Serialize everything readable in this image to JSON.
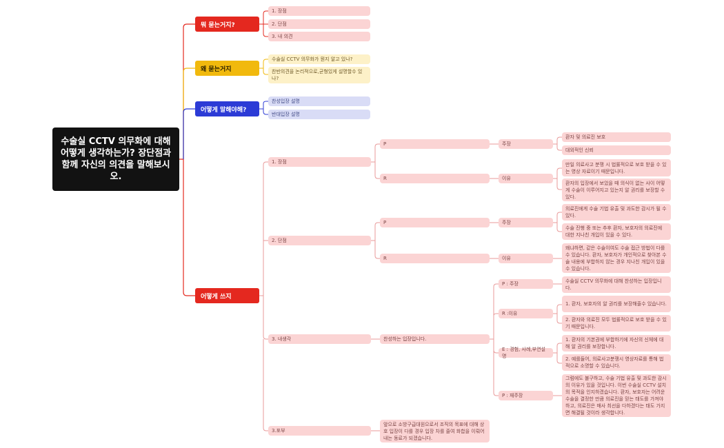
{
  "root": {
    "title": "수술실 CCTV 의무화에 대해 어떻게 생각하는가? 장단점과 함께 자신의 의견을 말해보시오."
  },
  "colors": {
    "red": "#e4281f",
    "gold": "#f1b90d",
    "navy": "#2c3bd6",
    "pink": "#fbd4d4",
    "line": "#e89a9a"
  },
  "branches": {
    "what": {
      "label": "뭐 묻는거지?",
      "items": [
        "1. 장점",
        "2. 단점",
        "3. 내 의견"
      ]
    },
    "why": {
      "label": "왜 묻는거지",
      "items": [
        "수술실 CCTV 의무화가 뭔지 알고 있나?",
        "찬반의견을 논리적으로,균형있게 설명할수 있나?"
      ]
    },
    "how_say": {
      "label": "어떻게 말해야해?",
      "items": [
        "찬성입장 설명",
        "반대입장 설명"
      ]
    },
    "how_write": {
      "label": "어떻게 쓰지",
      "pros": {
        "label": "1. 장점",
        "p": "P",
        "claim": "주장",
        "claims": [
          "환자 및 의료진 보호",
          "대외적인 신뢰"
        ],
        "r": "R",
        "reason": "이유",
        "reasons": [
          "만일 의료사고 분쟁 시 법률적으로 보호 받을 수 있는 영상 자료이기 때문입니다.",
          "환자의 입장에서 보았을 때 의식이 없는 사이 어떻게 수술이 이루어지고 있는지 알 권리를 보장할 수 있다."
        ]
      },
      "cons": {
        "label": "2. 단점",
        "p": "P",
        "claim": "주장",
        "claims": [
          "의료진에게 수술 기법 유출 및 과도한 감시가 될 수 있다.",
          "수술 진행 중 또는 추후 환자, 보호자의 의료진에 대한 지나친 개입이 있을 수 있다."
        ],
        "r": "R",
        "reason": "이유",
        "reasons": [
          "왜냐하면, 같은 수술이여도 수술 접근 방법이 다를 수 있습니다. 환자, 보호자가 개인적으로 찾아본 수술 내용에 부합하지 않는 경우 지나친 개입이 있을 수 있습니다."
        ]
      },
      "mine": {
        "label": "3. 내생각",
        "stance": "찬성하는 입장입니다.",
        "p1": "P : 주장",
        "p1_items": [
          "수술실 CCTV 의무화에 대해 찬성하는 입장입니다."
        ],
        "r": "R :이유",
        "r_items": [
          "1. 환자, 보호자의 알 권리를 보장해줄수 있습니다.",
          "2. 환자와 의료진 모두 법률적으로 보호 받을 수 있기 때문입니다."
        ],
        "e": "E : 경험, 사례,부연설명",
        "e_items": [
          "1. 환자의 기본권에 부합하기에 자신의 신체에 대해 알 권리를 보장합니다.",
          "2. 예를들어, 의료사고분쟁시 영상자료를 통해 법적으로 소명할 수 있습니다."
        ],
        "p2": "P : 재주장",
        "p2_items": [
          "그럼에도 불구하고, 수술 기법 유출 및 과도한 감시의 이유가 있을 것입니다. 이번 수술실 CCTV 설치의 목적을 인지하겠습니다. 환자, 보호자는 어려운 수술을 결정한 만큼 의료진을 믿는 태도를 가져야 하고, 의료진은 매사 최선을 다하겠다는 태도 가지면 해결될 것이라 생각합니다."
        ]
      },
      "wrap": {
        "label": "3.포부",
        "text": "앞으로 소방구급대원으로서 조직의 목표에 대해 상호 입장이 다를 경우 입장 차를 줄여 화합을 이뤄어내는 동료가 되겠습니다."
      }
    }
  }
}
